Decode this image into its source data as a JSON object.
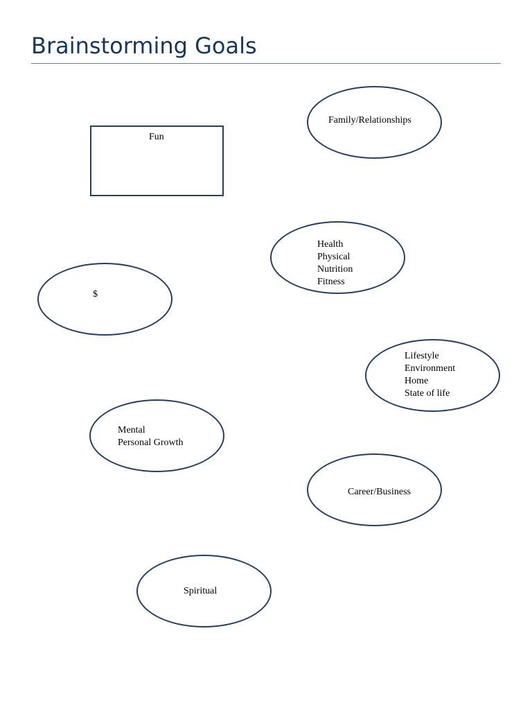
{
  "title": "Brainstorming Goals",
  "colors": {
    "title": "#17375e",
    "rule": "#4f81bd",
    "shape_border": "#243f60"
  },
  "shapes": [
    {
      "label_lines": [
        "Family/Relationships"
      ]
    },
    {
      "label_lines": [
        "Fun"
      ]
    },
    {
      "label_lines": [
        "Health",
        "Physical",
        "Nutrition",
        "Fitness"
      ]
    },
    {
      "label_lines": [
        "$"
      ]
    },
    {
      "label_lines": [
        "Lifestyle",
        "Environment",
        "Home",
        "State of life"
      ]
    },
    {
      "label_lines": [
        "Mental",
        "Personal Growth"
      ]
    },
    {
      "label_lines": [
        "Career/Business"
      ]
    },
    {
      "label_lines": [
        "Spiritual"
      ]
    }
  ]
}
